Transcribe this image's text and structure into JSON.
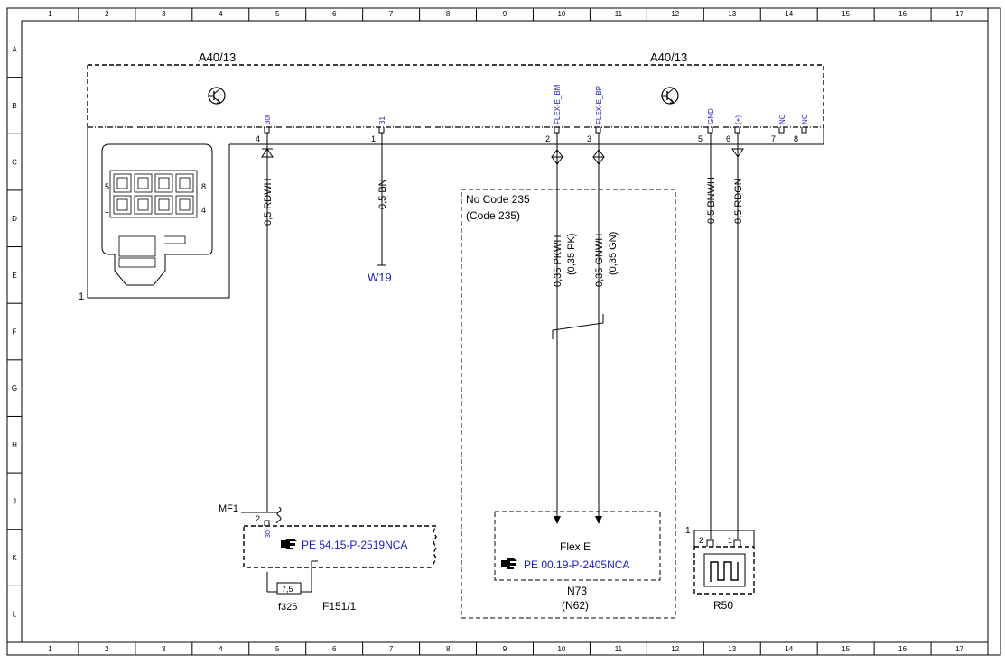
{
  "grid": {
    "columns": [
      "1",
      "2",
      "3",
      "4",
      "5",
      "6",
      "7",
      "8",
      "9",
      "10",
      "11",
      "12",
      "13",
      "14",
      "15",
      "16",
      "17"
    ],
    "rows": [
      "A",
      "B",
      "C",
      "D",
      "E",
      "F",
      "G",
      "H",
      "J",
      "K",
      "L"
    ]
  },
  "module": {
    "label_left": "A40/13",
    "label_right": "A40/13",
    "connector_label": "1",
    "connector_pins": {
      "p5": "5",
      "p8": "8",
      "p1": "1",
      "p4": "4"
    },
    "pins": [
      {
        "name": "30t",
        "number": "4"
      },
      {
        "name": "31",
        "number": "1"
      },
      {
        "name": "FLEX-E_BM",
        "number": "2"
      },
      {
        "name": "FLEX-E_BP",
        "number": "3"
      },
      {
        "name": "GND",
        "number": "5"
      },
      {
        "name": "(+)",
        "number": "6"
      },
      {
        "name": "NC",
        "number": "7"
      },
      {
        "name": "NC",
        "number": "8"
      }
    ]
  },
  "wires": {
    "rdwh": "0,5 RDWH",
    "bn": "0,5 BN",
    "pkwh": "0,35 PKWH",
    "pkwh_alt": "(0,35 PK)",
    "gnwh": "0,35 GNWH",
    "gnwh_alt": "(0,35 GN)",
    "bnwh": "0,5 BNWH",
    "rdgn": "0,5 RDGN"
  },
  "ground": {
    "label": "W19"
  },
  "code_box": {
    "line1": "No Code 235",
    "line2": "(Code 235)"
  },
  "sensor": {
    "name": "Flex E",
    "ref": "PE 00.19-P-2405NCA",
    "label": "N73",
    "label_alt": "(N62)"
  },
  "fuse": {
    "mf_label": "MF1",
    "pin_num": "2",
    "pin_name": "30t",
    "ref": "PE 54.15-P-2519NCA",
    "rating": "7,5",
    "fuse_label": "f325",
    "box_label": "F151/1"
  },
  "r50": {
    "connector_label": "1",
    "pin2": "2",
    "pin1": "1",
    "label": "R50"
  },
  "colors": {
    "reference_link": "#1a1acc",
    "line": "#000000"
  }
}
